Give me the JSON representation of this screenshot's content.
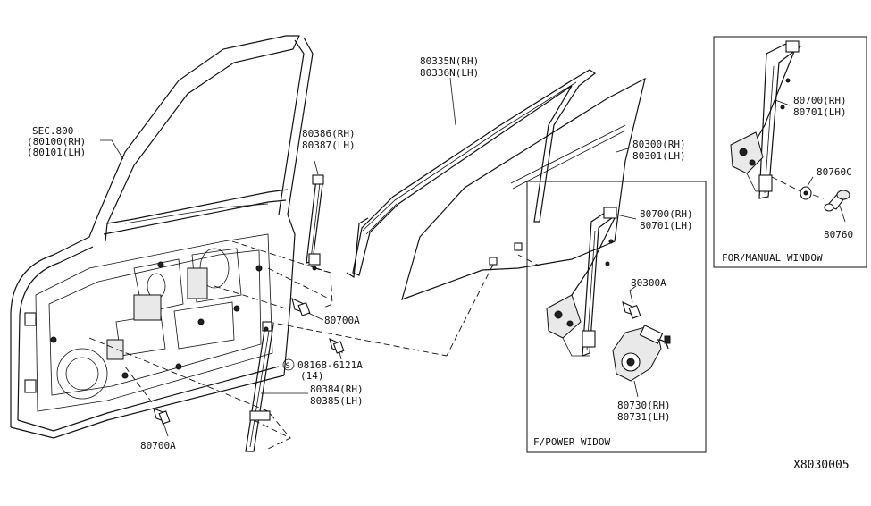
{
  "labels": {
    "sec800": "SEC.800",
    "sec800_rh": "(80100(RH)",
    "sec800_lh": "(80101(LH)",
    "p80386": "80386(RH)",
    "p80387": "80387(LH)",
    "p80335n": "80335N(RH)",
    "p80336n": "80336N(LH)",
    "p80300": "80300(RH)",
    "p80301": "80301(LH)",
    "p80700_main": "80700(RH)",
    "p80701_main": "80701(LH)",
    "p80300a": "80300A",
    "p80730": "80730(RH)",
    "p80731": "80731(LH)",
    "p80700a_mid": "80700A",
    "screw_code": "08168-6121A",
    "screw_qty": "(14)",
    "screw_symbol": "S",
    "p80384": "80384(RH)",
    "p80385": "80385(LH)",
    "p80700a_bottom": "80700A",
    "p80700_manual": "80700(RH)",
    "p80701_manual": "80701(LH)",
    "p80760c": "80760C",
    "p80760": "80760",
    "power_caption": "F/POWER WIDOW",
    "manual_caption": "FOR/MANUAL WINDOW",
    "diagram_code": "X8030005"
  },
  "icons": {
    "door_panel": "door-panel-icon",
    "glass_run": "glass-run-channel-icon",
    "door_glass": "door-glass-icon",
    "power_regulator": "power-window-regulator-icon",
    "manual_regulator": "manual-window-regulator-icon",
    "motor": "window-motor-icon",
    "bolt": "bolt-icon",
    "crank_handle": "crank-handle-icon"
  }
}
